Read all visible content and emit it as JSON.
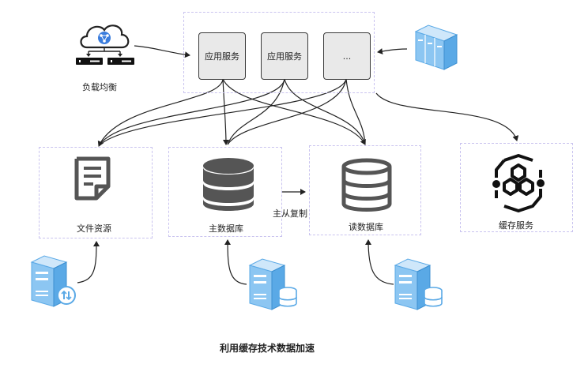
{
  "load_balancer": {
    "label": "负载均衡",
    "icon": "load-balancer-cloud-icon"
  },
  "app_services": [
    "应用服务",
    "应用服务",
    "..."
  ],
  "file_resource": {
    "label": "文件资源",
    "icon": "document-icon"
  },
  "master_db": {
    "label": "主数据库",
    "icon": "database-icon"
  },
  "read_db": {
    "label": "读数据库",
    "icon": "database-outline-icon"
  },
  "replication": {
    "label": "主从复制"
  },
  "cache_service": {
    "label": "缓存服务",
    "icon": "cache-hexagon-icon"
  },
  "servers": [
    "server-rack-icon",
    "file-server-icon",
    "db-server-icon",
    "db-server-icon"
  ],
  "caption": "利用缓存技术数据加速",
  "colors": {
    "dash_border": "#c9c3ef",
    "box_fill": "#e9e9e9",
    "server_blue": "#5aa9e6",
    "cloud_blue": "#3b7ddd"
  }
}
